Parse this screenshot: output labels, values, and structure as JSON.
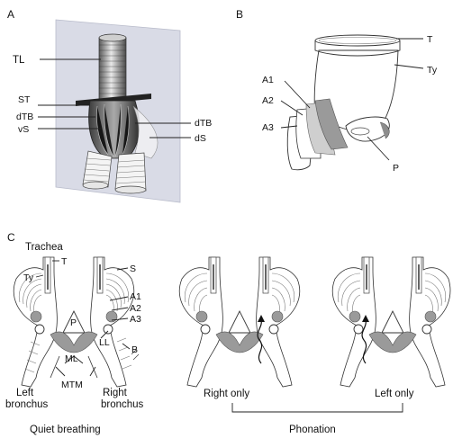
{
  "panels": {
    "a": {
      "letter": "A",
      "labels": {
        "tl": "TL",
        "st": "ST",
        "dtb_left": "dTB",
        "vs": "vS",
        "dtb_right": "dTB",
        "ds": "dS"
      }
    },
    "b": {
      "letter": "B",
      "labels": {
        "t": "T",
        "ty": "Ty",
        "a1": "A1",
        "a2": "A2",
        "a3": "A3",
        "p": "P"
      }
    },
    "c": {
      "letter": "C",
      "labels": {
        "trachea": "Trachea",
        "t": "T",
        "ty": "Ty",
        "s": "S",
        "a1": "A1",
        "a2": "A2",
        "a3": "A3",
        "p": "P",
        "ll": "LL",
        "b": "B",
        "ml": "ML",
        "mtm": "MTM",
        "left_bronchus_1": "Left",
        "left_bronchus_2": "bronchus",
        "right_bronchus_1": "Right",
        "right_bronchus_2": "bronchus"
      },
      "captions": {
        "quiet_breathing": "Quiet breathing",
        "right_only": "Right only",
        "left_only": "Left only",
        "phonation": "Phonation"
      }
    }
  },
  "colors": {
    "tissue_gray": "#9a9a9a",
    "light_gray": "#cfcfcf",
    "panel_a_backdrop": "#d9dbe6"
  }
}
